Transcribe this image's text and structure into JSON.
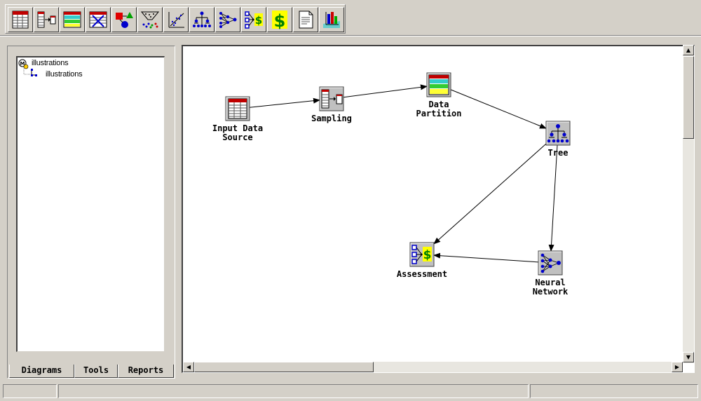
{
  "toolbar": {
    "buttons": [
      {
        "name": "input-data-source-tool",
        "icon": "data-table-icon"
      },
      {
        "name": "sampling-tool",
        "icon": "sampling-icon"
      },
      {
        "name": "data-partition-tool",
        "icon": "data-partition-icon"
      },
      {
        "name": "filter-outliers-tool",
        "icon": "filter-icon"
      },
      {
        "name": "transform-variables-tool",
        "icon": "shapes-icon"
      },
      {
        "name": "clustering-tool",
        "icon": "funnel-icon"
      },
      {
        "name": "regression-tool",
        "icon": "scatter-plot-icon"
      },
      {
        "name": "tree-tool",
        "icon": "tree-icon"
      },
      {
        "name": "neural-network-tool",
        "icon": "neural-network-icon"
      },
      {
        "name": "assessment-tool",
        "icon": "assessment-icon"
      },
      {
        "name": "score-tool",
        "icon": "dollar-icon"
      },
      {
        "name": "reporter-tool",
        "icon": "document-icon"
      },
      {
        "name": "insight-tool",
        "icon": "bar-chart-icon"
      }
    ]
  },
  "project_tree": {
    "root": "illustrations",
    "child": "illustrations"
  },
  "tabs": [
    {
      "label": "Diagrams",
      "active": true
    },
    {
      "label": "Tools",
      "active": false
    },
    {
      "label": "Reports",
      "active": false
    }
  ],
  "diagram": {
    "nodes": [
      {
        "id": "input",
        "label_lines": [
          "Input Data",
          "Source"
        ],
        "icon": "data-table-icon"
      },
      {
        "id": "sampling",
        "label_lines": [
          "Sampling"
        ],
        "icon": "sampling-icon"
      },
      {
        "id": "partition",
        "label_lines": [
          "Data",
          "Partition"
        ],
        "icon": "data-partition-icon"
      },
      {
        "id": "tree",
        "label_lines": [
          "Tree"
        ],
        "icon": "tree-icon"
      },
      {
        "id": "neural",
        "label_lines": [
          "Neural",
          "Network"
        ],
        "icon": "neural-network-icon"
      },
      {
        "id": "assessment",
        "label_lines": [
          "Assessment"
        ],
        "icon": "assessment-icon"
      }
    ],
    "edges": [
      {
        "from": "input",
        "to": "sampling"
      },
      {
        "from": "sampling",
        "to": "partition"
      },
      {
        "from": "partition",
        "to": "tree"
      },
      {
        "from": "tree",
        "to": "neural"
      },
      {
        "from": "tree",
        "to": "assessment"
      },
      {
        "from": "neural",
        "to": "assessment"
      }
    ]
  },
  "status_bar": {
    "pane1": "",
    "pane2": "",
    "pane3": ""
  }
}
